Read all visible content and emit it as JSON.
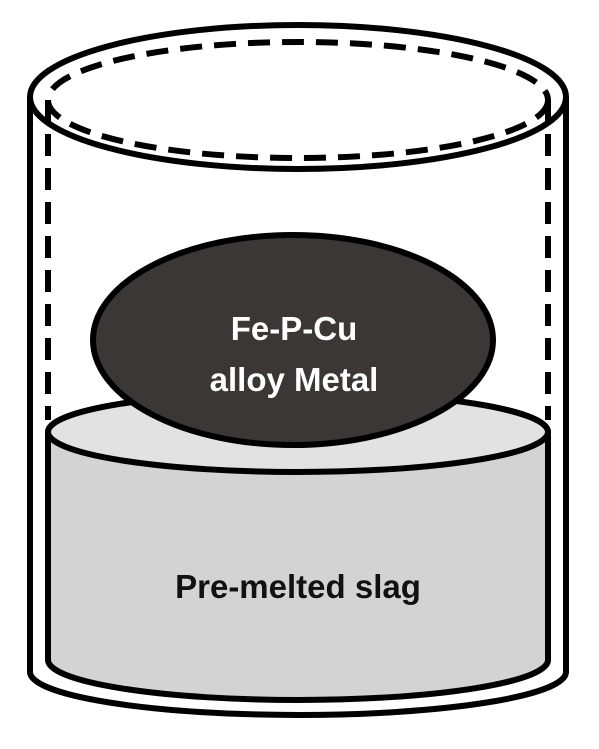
{
  "metal": {
    "line1": "Fe-P-Cu",
    "line2": "alloy Metal"
  },
  "slag": {
    "label": "Pre-melted slag"
  },
  "colors": {
    "outline": "#000000",
    "metal_fill": "#3a3736",
    "slag_top_fill": "#e2e2e2",
    "slag_body_fill": "#d3d3d3",
    "background": "#ffffff"
  }
}
